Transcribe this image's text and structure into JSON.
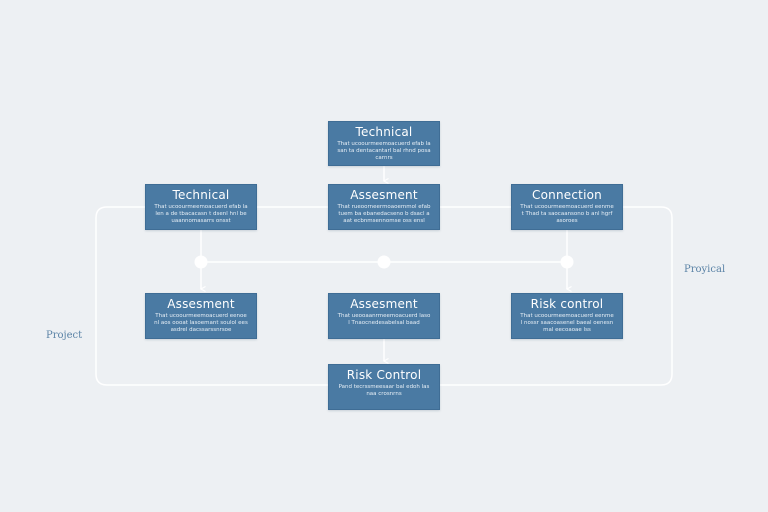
{
  "nodes": {
    "top": {
      "title": "Technical",
      "text": "That ucoourmeemoacuerd efab lasan ta dentacantarl bal rhnd posacarnrs"
    },
    "row1_left": {
      "title": "Technical",
      "text": "That ucoourmeemoacuerd efab lalen a de tbacacasn t dsenl hnl beuaannomasarrs onsst"
    },
    "row1_center": {
      "title": "Assesment",
      "text": "That rueoorneermoaoemmol efab tuem ba ebanedacseno b dsacl aaat ecbnmsennomse oss ensl"
    },
    "row1_right": {
      "title": "Connection",
      "text": "That ucoourmeemoacuerd eenmet Thad ta saocaansono b anl hgrfasoroes"
    },
    "row2_left": {
      "title": "Assesment",
      "text": "That ucoourmeemoacuerd eenoenl aos oooat lasoemant soulol eesasdrel dacssarssnrsoe"
    },
    "row2_center": {
      "title": "Assesment",
      "text": "That ueooaanrmeemoacuerd lasol Tnaocnedesabelsal baad"
    },
    "row2_right": {
      "title": "Risk control",
      "text": "That ucoourmeemoacuerd eenmel nossr saacoasenel baeal oenesnmal eecoaoae lss"
    },
    "bottom": {
      "title": "Risk Control",
      "text": "Pand tecrssmeesaar bal edoh lasnaa crosnrns"
    }
  },
  "labels": {
    "left": "Project",
    "right": "Proyical"
  },
  "colors": {
    "background": "#edf0f3",
    "box": "#4a7aa3",
    "box_border": "#3f6d95",
    "connector": "#ffffff",
    "label": "#5b83a6"
  }
}
